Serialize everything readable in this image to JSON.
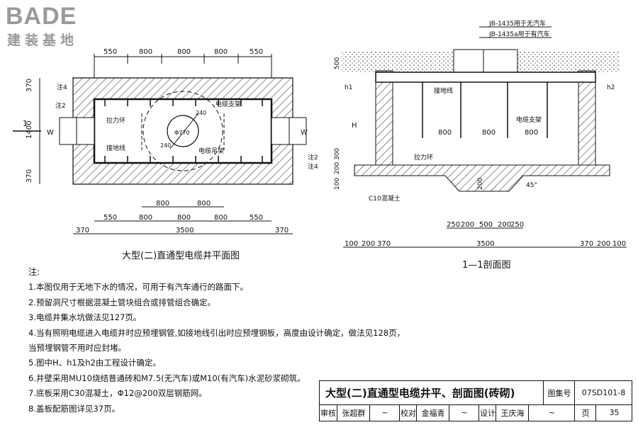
{
  "logo": {
    "brand": "BADE",
    "tagline": "建装基地"
  },
  "plan": {
    "caption": "大型(二)直通型电缆井平面图",
    "dims_top": [
      "550",
      "800",
      "800",
      "800",
      "550"
    ],
    "dims_bottom_inner": [
      "800",
      "800"
    ],
    "dims_bottom_mid": [
      "550",
      "800",
      "800",
      "800",
      "550"
    ],
    "dims_total": [
      "370",
      "3500",
      "370"
    ],
    "dims_left": [
      "370",
      "1400",
      "370"
    ],
    "section_mark": "1",
    "labels": {
      "note4_top": "注4",
      "note2_left": "注2",
      "pull_ring": "拉力环",
      "ground_wire": "接地线",
      "cable_bracket": "电缆支架",
      "cable_hanger": "电缆吊架",
      "note2_right": "注2",
      "note4_right": "注4",
      "w_left": "W",
      "w_right": "W",
      "dia_770": "Φ770",
      "r240a": "240",
      "r240b": "240"
    }
  },
  "section": {
    "caption": "1—1剖面图",
    "jb1": "JB-1435用于无汽车",
    "jb2": "JB-1435a用于有汽车",
    "labels": {
      "ground_wire": "接地线",
      "cable_bracket": "电缆支架",
      "pull_ring": "拉力环",
      "c10": "C10混凝土",
      "angle": "45°",
      "h": "H",
      "h1": "h1",
      "h2": "h2"
    },
    "dims_left": [
      "500",
      "300",
      "200",
      "100"
    ],
    "dims_inner": [
      "800",
      "800",
      "800"
    ],
    "dims_sump": [
      "250",
      "200",
      "500",
      "200",
      "250"
    ],
    "dims_bottom": [
      "100",
      "200",
      "370",
      "3500",
      "370",
      "200",
      "100"
    ],
    "sump_depth": "200"
  },
  "notes": {
    "title": "注:",
    "items": [
      "1.本图仅用于无地下水的情况，可用于有汽车通行的路面下。",
      "2.预留洞尺寸根据混凝土管块组合或排管组合确定。",
      "3.电缆井集水坑做法见127页。",
      "4.当有照明电缆进入电缆井时应预埋钢管,如接地线引出时应预埋钢板，高度由设计确定，做法见128页，",
      "   当预埋钢管不用时应封堵。",
      "5.图中H、h1及h2由工程设计确定。",
      "6.井壁采用MU10烧结普通砖和M7.5(无汽车)或M10(有汽车)水泥砂浆砌筑。",
      "7.底板采用C30混凝土，Φ12@200双层钢筋网。",
      "8.盖板配筋图详见37页。"
    ]
  },
  "titleblock": {
    "title": "大型(二)直通型电缆井平、剖面图(砖砌)",
    "atlas_label": "图集号",
    "atlas_no": "07SD101-8",
    "review_label": "审核",
    "reviewer": "张超群",
    "check_label": "校对",
    "checker": "金福青",
    "design_label": "设计",
    "designer": "王庆海",
    "page_label": "页",
    "page_no": "35"
  }
}
